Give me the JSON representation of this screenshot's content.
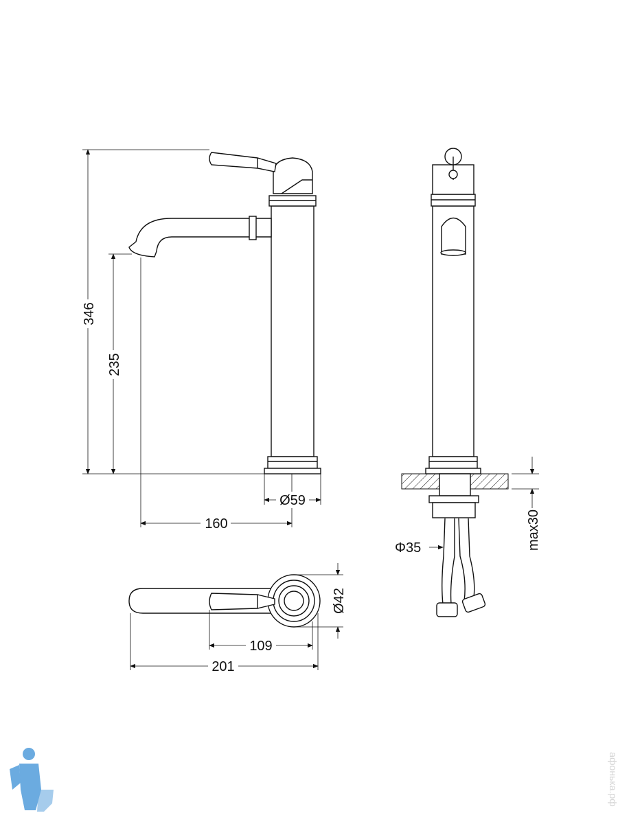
{
  "drawing": {
    "side_view": {
      "height_total": "346",
      "spout_height": "235",
      "spout_reach": "160",
      "base_diameter": "Ø59"
    },
    "front_view": {
      "hose_diameter": "Φ35",
      "counter_thickness": "max30"
    },
    "top_view": {
      "base_diameter": "Ø42",
      "handle_length": "109",
      "total_length": "201"
    }
  },
  "watermark": "афонька.рф",
  "colors": {
    "line": "#111111",
    "logo": "#3a8fd6",
    "watermark": "#d4d4d4"
  }
}
